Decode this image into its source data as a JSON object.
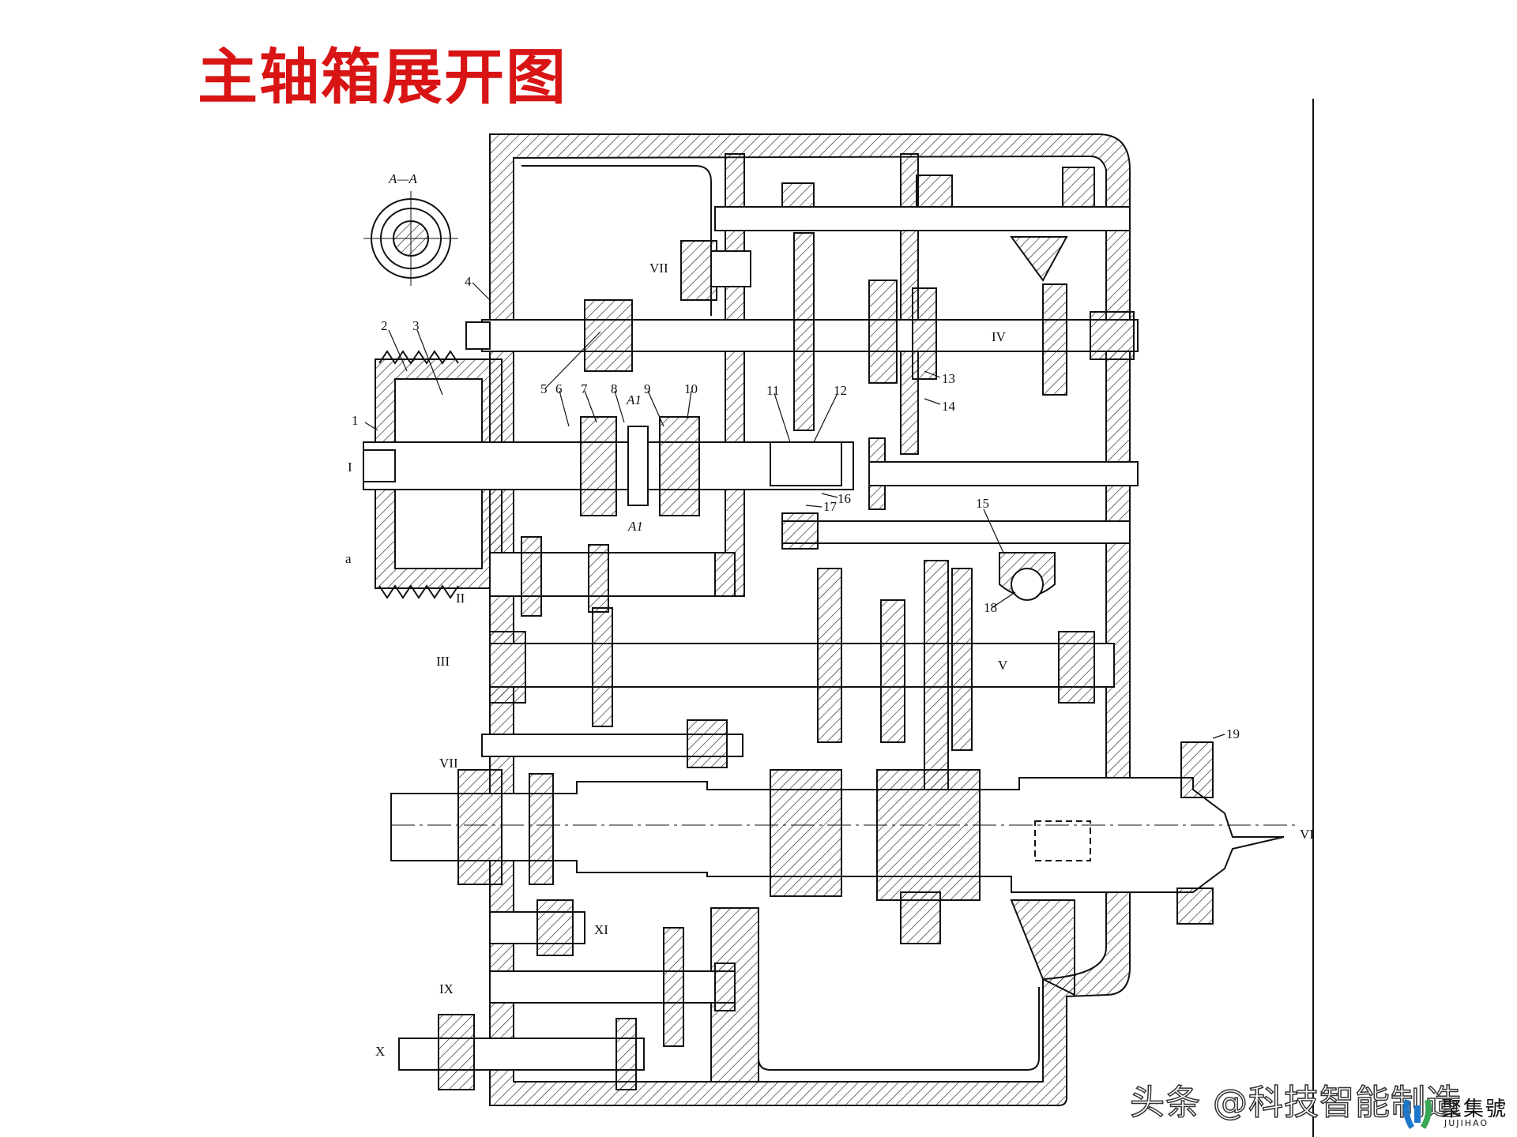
{
  "title": "主轴箱展开图",
  "section_label": "A—A",
  "part_numbers": [
    "1",
    "2",
    "3",
    "4",
    "5",
    "6",
    "7",
    "8",
    "9",
    "10",
    "11",
    "12",
    "13",
    "14",
    "15",
    "16",
    "17",
    "18",
    "19"
  ],
  "shaft_labels": {
    "I": "I",
    "II": "II",
    "III": "III",
    "IV": "IV",
    "V": "V",
    "VI": "VI",
    "VII_upper": "VII",
    "VII_lower": "VII",
    "IX": "IX",
    "X": "X",
    "XI": "XI"
  },
  "other_labels": {
    "a": "a",
    "A1_upper": "A1",
    "A1_lower": "A1"
  },
  "watermark": "头条 @科技智能制造",
  "logo": {
    "cn": "聚集號",
    "en": "JUJIHAO"
  },
  "colors": {
    "title": "#d81414",
    "line": "#111111",
    "logo_blue": "#1f77c9",
    "logo_green": "#3aa757"
  }
}
